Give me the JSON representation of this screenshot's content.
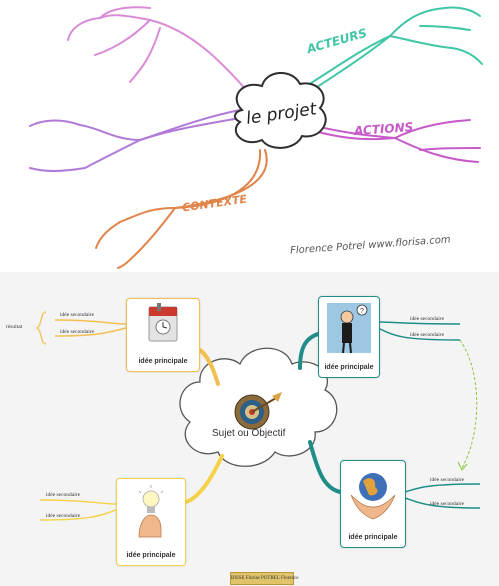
{
  "sketch": {
    "center": "le projet",
    "branches": [
      {
        "label": "ACTEURS",
        "color": "#40c6a6"
      },
      {
        "label": "ACTIONS",
        "color": "#c75ac9"
      },
      {
        "label": "CONTEXTE",
        "color": "#e0844a"
      }
    ],
    "signature": "Florence Potrel www.florisa.com",
    "colors": {
      "pink": "#d98bd6",
      "violet": "#b07ad8",
      "teal": "#40c6a6",
      "orange": "#e0844a",
      "magenta": "#c75ac9"
    }
  },
  "digital": {
    "center": "Sujet ou Objectif",
    "nodes": [
      {
        "label": "idée principale",
        "color": "#f3bf51",
        "icon": "calendar-clip-icon"
      },
      {
        "label": "idée principale",
        "color": "#1f8e89",
        "icon": "thinking-person-icon"
      },
      {
        "label": "idée principale",
        "color": "#1f8e89",
        "icon": "hands-globe-icon"
      },
      {
        "label": "idée principale",
        "color": "#f5d24a",
        "icon": "lightbulb-hand-icon"
      }
    ],
    "secondaries": {
      "top_left": [
        "idée secondaire",
        "idée secondaire"
      ],
      "top_right": [
        "idée secondaire",
        "idée secondaire"
      ],
      "bottom_right": [
        "idée secondaire",
        "idée secondaire"
      ],
      "bottom_left": [
        "idée secondaire",
        "idée secondaire"
      ]
    },
    "result_label": "résultat",
    "credit": "BISSE Florise POTREL Florence"
  }
}
